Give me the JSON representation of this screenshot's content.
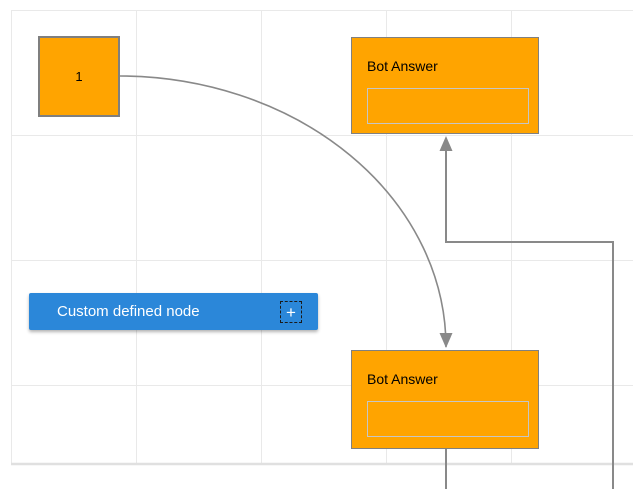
{
  "nodes": {
    "start": {
      "label": "1"
    },
    "bot_answer_top": {
      "title": "Bot Answer"
    },
    "bot_answer_bottom": {
      "title": "Bot Answer"
    },
    "custom": {
      "label": "Custom defined node",
      "add_icon": "+"
    }
  },
  "colors": {
    "node_fill": "#ffa400",
    "node_border": "#7f7f7f",
    "inner_box_border": "#c6c6c6",
    "custom_node_fill": "#2b87d9",
    "connector": "#898989",
    "grid_line": "#e9e9e9",
    "grid_boundary": "#e0e0e0",
    "text_on_orange": "#000000",
    "text_on_blue": "#ffffff"
  }
}
